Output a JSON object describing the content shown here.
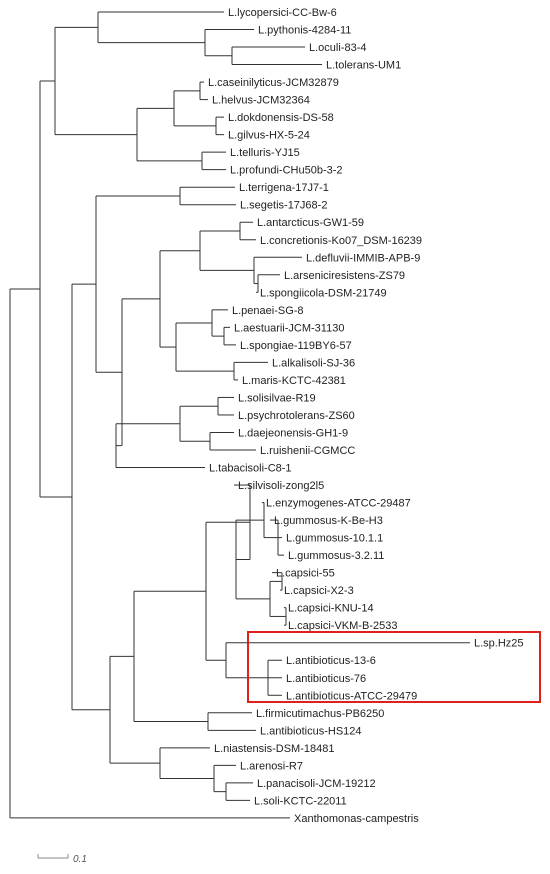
{
  "tree": {
    "leaves": [
      "L.lycopersici-CC-Bw-6",
      "L.pythonis-4284-11",
      "L.oculi-83-4",
      "L.tolerans-UM1",
      "L.caseinilyticus-JCM32879",
      "L.helvus-JCM32364",
      "L.dokdonensis-DS-58",
      "L.gilvus-HX-5-24",
      "L.telluris-YJ15",
      "L.profundi-CHu50b-3-2",
      "L.terrigena-17J7-1",
      "L.segetis-17J68-2",
      "L.antarcticus-GW1-59",
      "L.concretionis-Ko07_DSM-16239",
      "L.defluvii-IMMIB-APB-9",
      "L.arseniciresistens-ZS79",
      "L.spongiicola-DSM-21749",
      "L.penaei-SG-8",
      "L.aestuarii-JCM-31130",
      "L.spongiae-119BY6-57",
      "L.alkalisoli-SJ-36",
      "L.maris-KCTC-42381",
      "L.solisilvae-R19",
      "L.psychrotolerans-ZS60",
      "L.daejeonensis-GH1-9",
      "L.ruishenii-CGMCC",
      "L.tabacisoli-C8-1",
      "L.silvisoli-zong2l5",
      "L.enzymogenes-ATCC-29487",
      "L.gummosus-K-Be-H3",
      "L.gummosus-10.1.1",
      "L.gummosus-3.2.11",
      "L.capsici-55",
      "L.capsici-X2-3",
      "L.capsici-KNU-14",
      "L.capsici-VKM-B-2533",
      "L.sp.Hz25",
      "L.antibioticus-13-6",
      "L.antibioticus-76",
      "L.antibioticus-ATCC-29479",
      "L.firmicutimachus-PB6250",
      "L.antibioticus-HS124",
      "L.niastensis-DSM-18481",
      "L.arenosi-R7",
      "L.panacisoli-JCM-19212",
      "L.soli-KCTC-22011",
      "Xanthomonas-campestris"
    ],
    "scale_bar_label": "0.1",
    "colors": {
      "line": "#333333",
      "highlight_box": "#e0201b",
      "scale_bar": "#888888"
    }
  }
}
